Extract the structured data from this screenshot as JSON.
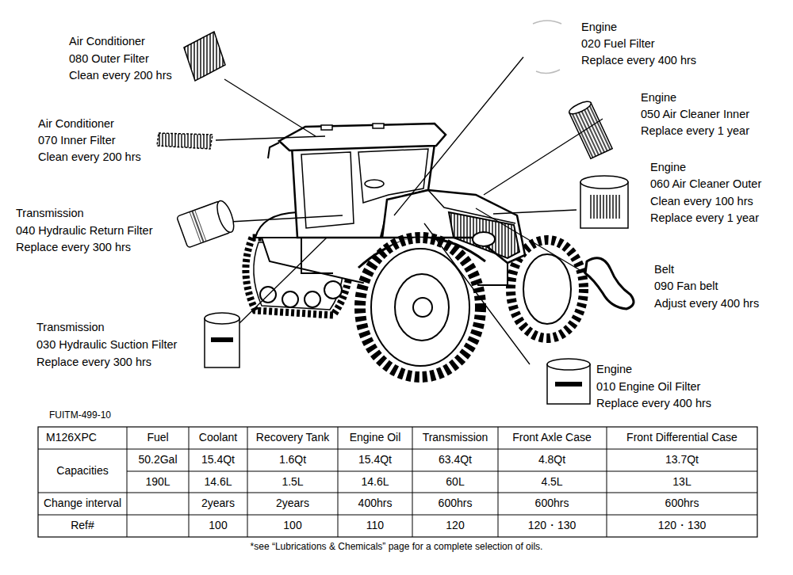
{
  "diagram": {
    "labels": [
      "Air Conditioner",
      "080 Outer Filter",
      "Clean every 200 hrs",
      "Air Conditioner",
      "070 Inner Filter",
      "Clean every 200 hrs",
      "Transmission",
      "040 Hydraulic Return Filter",
      "Replace every 300 hrs",
      "Transmission",
      "030 Hydraulic Suction Filter",
      "Replace every 300 hrs",
      "Engine",
      "020 Fuel Filter",
      "Replace every 400 hrs",
      "Engine",
      "050 Air Cleaner Inner",
      "Replace every 1 year",
      "Engine",
      "060 Air Cleaner Outer",
      "Clean every 100 hrs",
      "Replace every 1 year",
      "Belt",
      "090 Fan belt",
      "Adjust every 400 hrs",
      "Engine",
      "010 Engine Oil Filter",
      "Replace every 400 hrs",
      "FUITM-499-10",
      "M126XPC",
      "Fuel",
      "Coolant",
      "Recovery Tank",
      "Engine Oil",
      "Transmission",
      "Front Axle Case",
      "Front Differential Case",
      "Capacities",
      "50.2Gal",
      "15.4Qt",
      "1.6Qt",
      "15.4Qt",
      "63.4Qt",
      "4.8Qt",
      "13.7Qt",
      "190L",
      "14.6L",
      "1.5L",
      "14.6L",
      "60L",
      "4.5L",
      "13L",
      "Change interval",
      "2years",
      "2years",
      "400hrs",
      "600hrs",
      "600hrs",
      "600hrs",
      "Ref#",
      "100",
      "100",
      "110",
      "120",
      "120・130",
      "120・130",
      "*see “Lubrications & Chemicals” page for a complete selection of oils."
    ]
  }
}
